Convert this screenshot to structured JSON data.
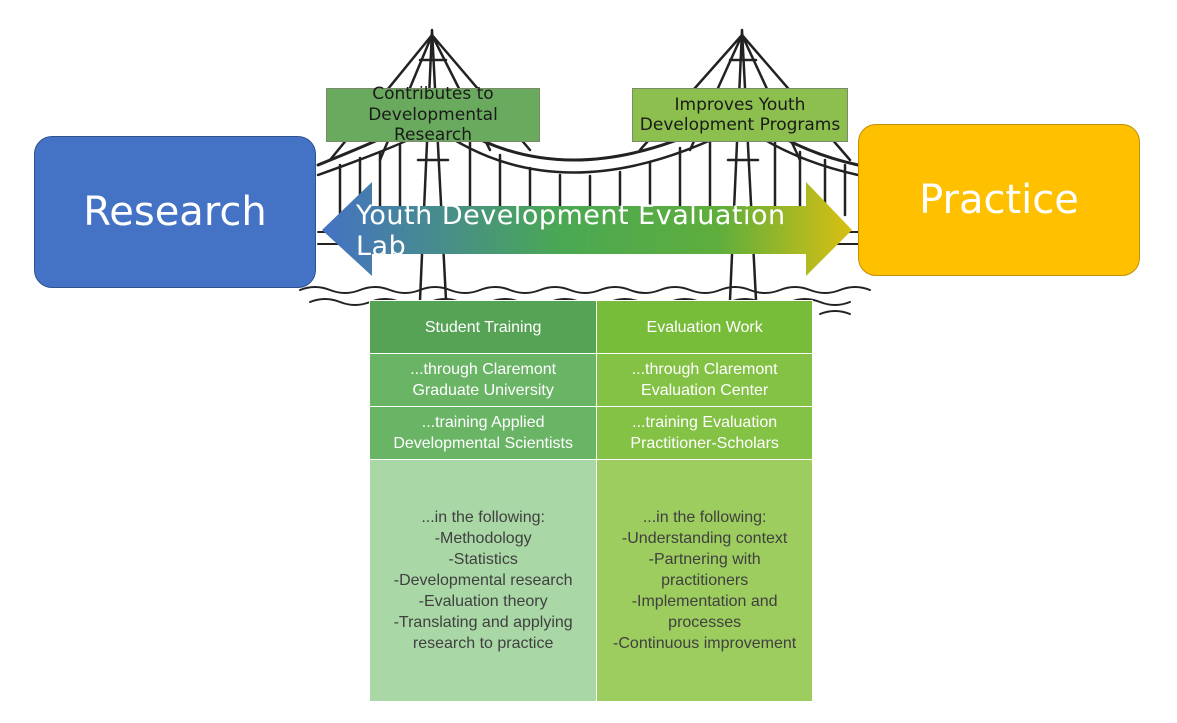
{
  "nodes": {
    "research": "Research",
    "practice": "Practice"
  },
  "labels": {
    "contributes": "Contributes to Developmental Research",
    "improves": "Improves Youth Development Programs"
  },
  "arrow": {
    "text": "Youth Development Evaluation Lab"
  },
  "table": {
    "headers": [
      "Student Training",
      "Evaluation Work"
    ],
    "rows": [
      [
        "...through Claremont Graduate University",
        "...through Claremont Evaluation Center"
      ],
      [
        "...training Applied Developmental Scientists",
        "...training Evaluation Practitioner-Scholars"
      ]
    ],
    "details": [
      [
        "...in the following:",
        "-Methodology",
        "-Statistics",
        "-Developmental research",
        "-Evaluation theory",
        "-Translating and applying research to practice"
      ],
      [
        "...in the following:",
        "-Understanding context",
        "-Partnering with practitioners",
        "-Implementation and processes",
        "-Continuous improvement"
      ]
    ]
  },
  "colors": {
    "research": "#4472c4",
    "practice": "#ffc000",
    "arrow_start": "#4472c4",
    "arrow_mid": "#4aa853",
    "arrow_end": "#d9bf12"
  },
  "icons": [
    "bridge-illustration",
    "water-waves"
  ]
}
